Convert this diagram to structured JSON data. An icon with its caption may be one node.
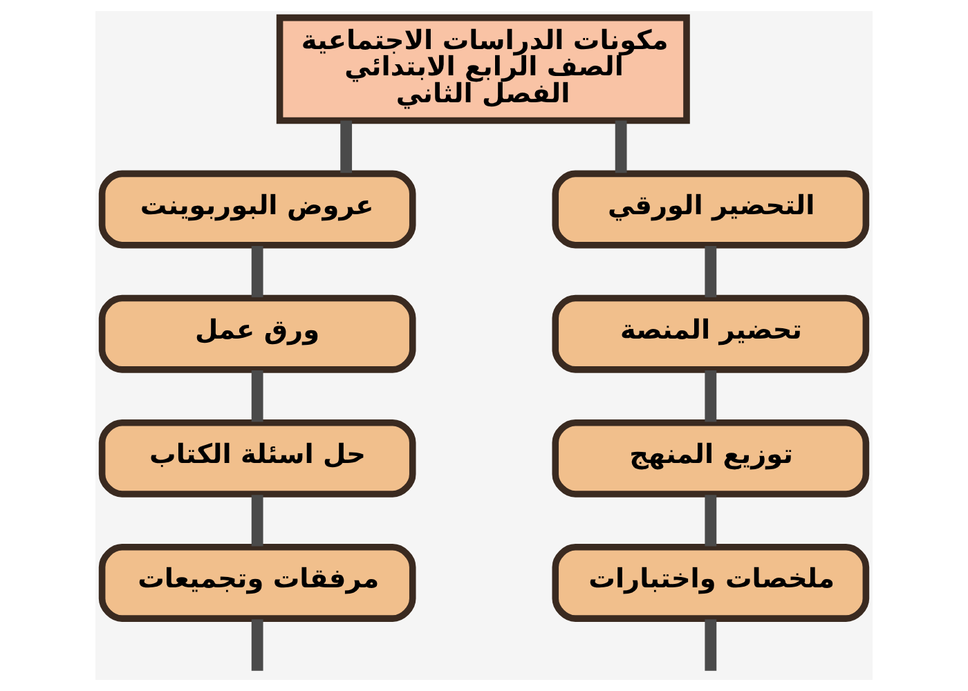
{
  "diagram": {
    "nodes": [
      {
        "text": [
          "مكونات الدراسات الاجتماعية الصف الرابع الابتدائي الفصل الثاني"
        ]
      },
      {
        "text": [
          "التحضير الورقي"
        ]
      },
      {
        "text": [
          "عروض البوربوينت"
        ]
      },
      {
        "text": [
          "تحضير المنصة"
        ]
      },
      {
        "text": [
          "ورق عمل"
        ]
      },
      {
        "text": [
          "توزيع المنهج"
        ]
      },
      {
        "text": [
          "حل اسئلة الكتاب"
        ]
      },
      {
        "text": [
          "ملخصات واختبارات"
        ]
      },
      {
        "text": [
          "مرفقات وتجميعات"
        ]
      }
    ],
    "edges": [
      {
        "from": 0,
        "to": 1,
        "arrow": "none"
      },
      {
        "from": 0,
        "to": 2,
        "arrow": "none"
      },
      {
        "from": 1,
        "to": 3,
        "arrow": "none"
      },
      {
        "from": 3,
        "to": 5,
        "arrow": "none"
      },
      {
        "from": 5,
        "to": 7,
        "arrow": "none"
      },
      {
        "from": 7,
        "to": null,
        "arrow": "none"
      },
      {
        "from": 2,
        "to": 4,
        "arrow": "none"
      },
      {
        "from": 4,
        "to": 6,
        "arrow": "none"
      },
      {
        "from": 6,
        "to": 8,
        "arrow": "none"
      },
      {
        "from": 8,
        "to": null,
        "arrow": "none"
      }
    ]
  }
}
